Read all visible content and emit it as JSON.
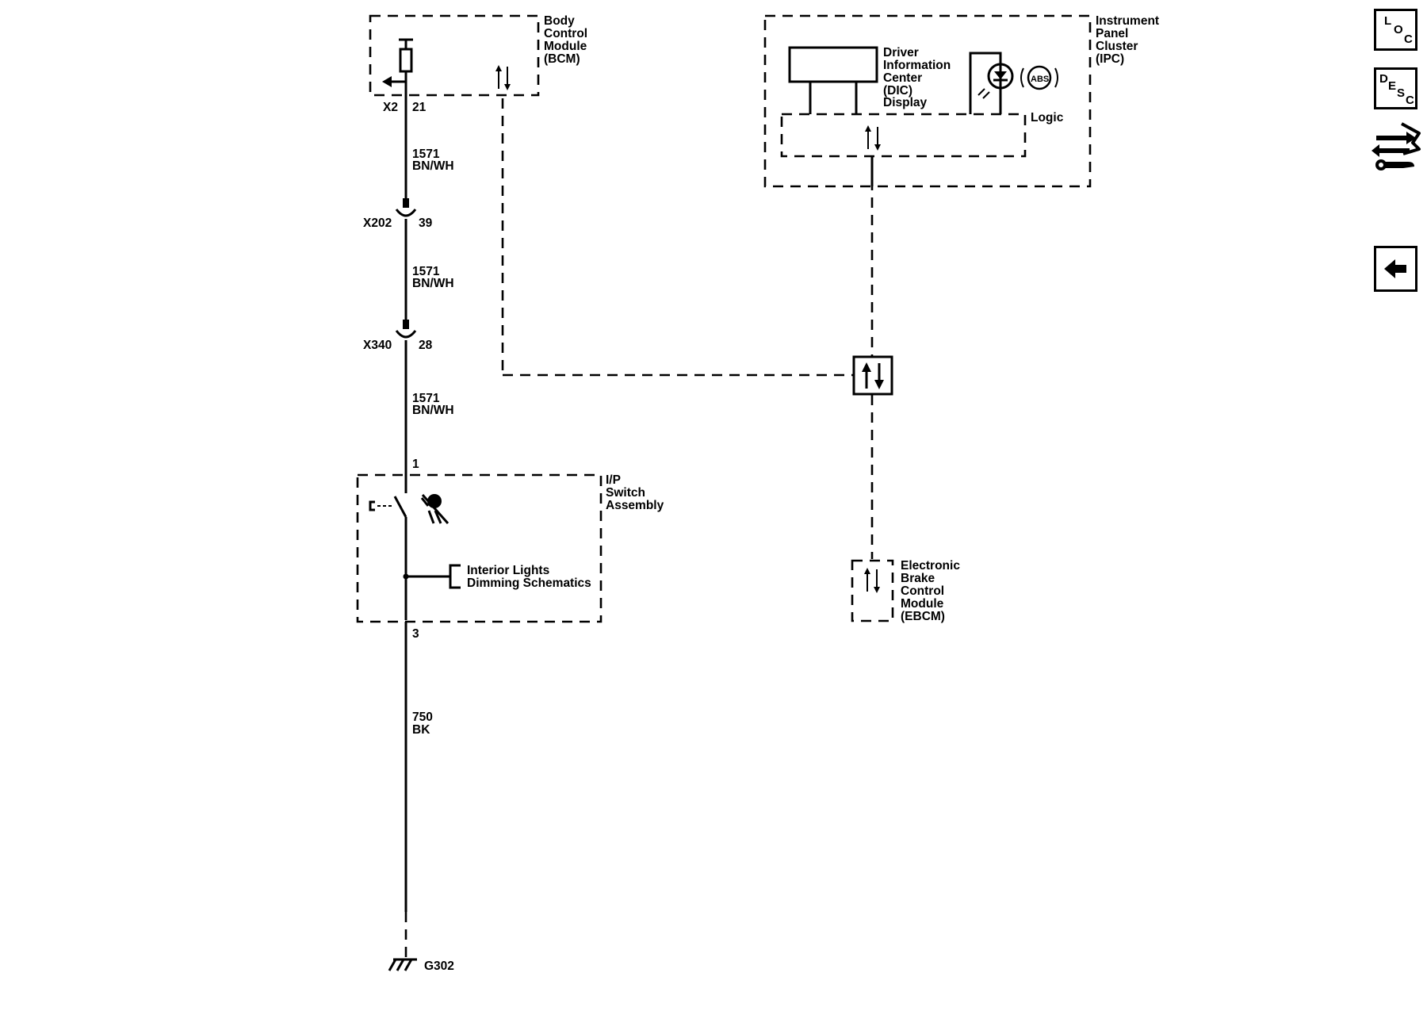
{
  "modules": {
    "bcm": {
      "lines": [
        "Body",
        "Control",
        "Module",
        "(BCM)"
      ]
    },
    "ipc": {
      "lines": [
        "Instrument",
        "Panel",
        "Cluster",
        "(IPC)"
      ]
    },
    "dic": {
      "lines": [
        "Driver",
        "Information",
        "Center",
        "(DIC)",
        "Display"
      ]
    },
    "logic": "Logic",
    "ip_switch": {
      "lines": [
        "I/P",
        "Switch",
        "Assembly"
      ]
    },
    "interior_lights": {
      "lines": [
        "Interior Lights",
        "Dimming Schematics"
      ]
    },
    "ebcm": {
      "lines": [
        "Electronic",
        "Brake",
        "Control",
        "Module",
        "(EBCM)"
      ]
    },
    "abs_indicator": "ABS"
  },
  "connectors": {
    "bcm_connector": "X2",
    "bcm_pin": "21",
    "x202": "X202",
    "x202_pin": "39",
    "x340": "X340",
    "x340_pin": "28",
    "switch_pin_in": "1",
    "switch_pin_out": "3",
    "ground": "G302"
  },
  "wires": {
    "wire1": {
      "circuit": "1571",
      "color": "BN/WH"
    },
    "wire2": {
      "circuit": "1571",
      "color": "BN/WH"
    },
    "wire3": {
      "circuit": "1571",
      "color": "BN/WH"
    },
    "wire4": {
      "circuit": "750",
      "color": "BK"
    }
  },
  "sidebar": {
    "loc": {
      "letters": [
        "L",
        "O",
        "C"
      ]
    },
    "desc": {
      "letters": [
        "D",
        "E",
        "S",
        "C"
      ]
    },
    "tool_icon": "connector-wrench-icon",
    "back_icon": "back-arrow-icon"
  }
}
